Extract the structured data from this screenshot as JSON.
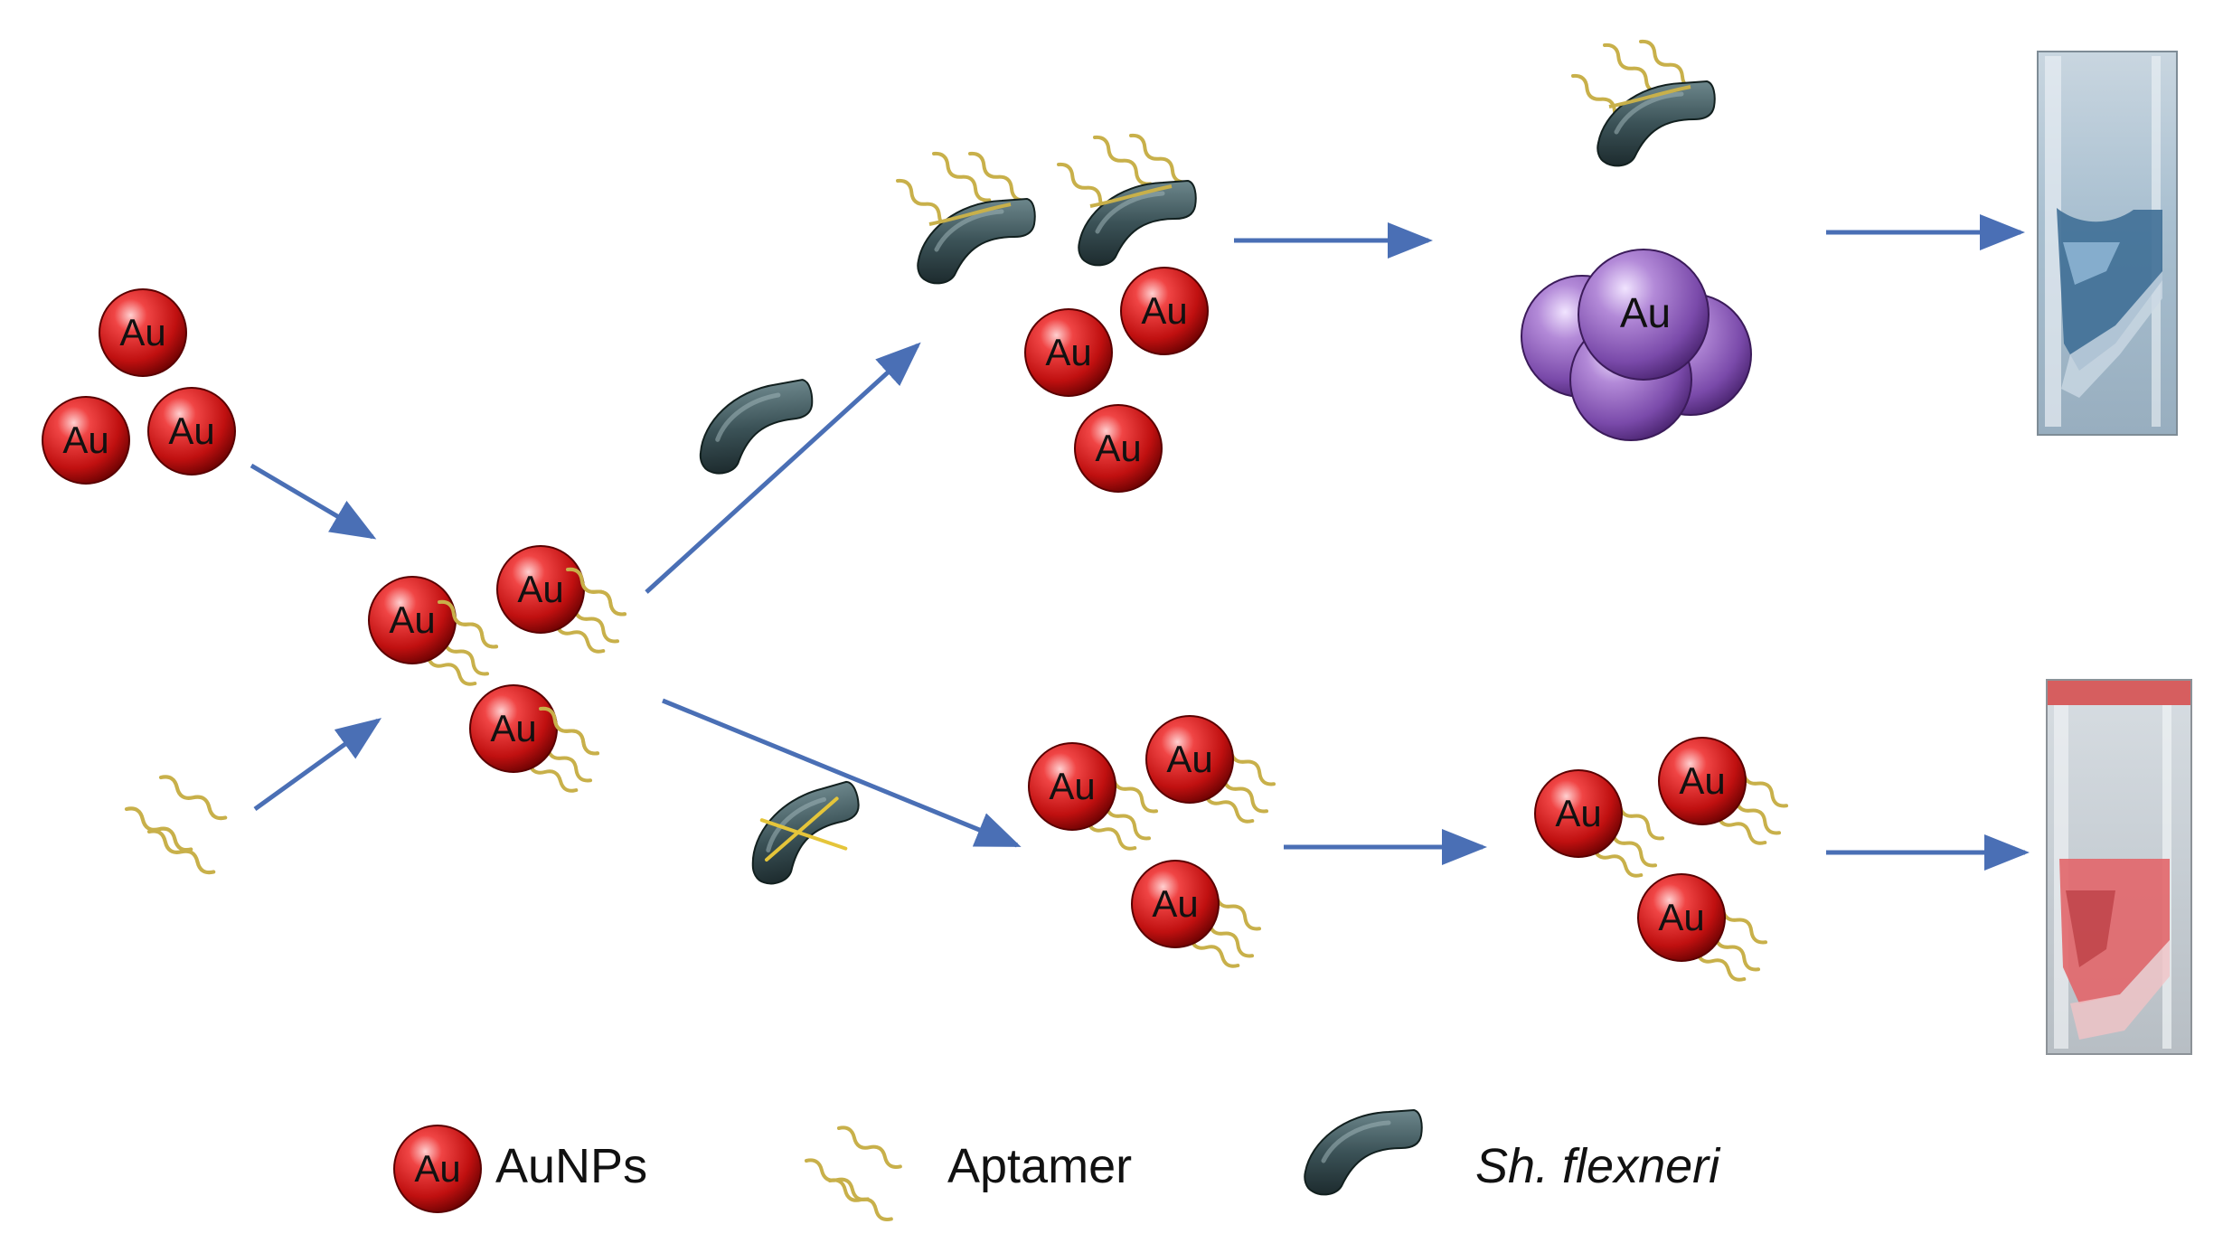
{
  "particles": {
    "au_label": "Au",
    "aggregate_label": "Au"
  },
  "legend": {
    "aunps": "AuNPs",
    "aptamer": "Aptamer",
    "bacteria": "Sh. flexneri"
  },
  "colors": {
    "arrow": "#4a6fb5",
    "aunp_red": "#d81e1e",
    "aggregate_purple": "#8a5cb8",
    "aptamer_strand": "#c8b04a",
    "bacteria_body": "#3b5257",
    "cuvette_blue": "#3f6f96",
    "cuvette_red": "#e2666a"
  },
  "icons": {
    "aunp": "red-sphere-icon",
    "aptamer": "wavy-strand-icon",
    "bacteria": "curved-rod-icon",
    "cuvette": "cuvette-icon"
  }
}
